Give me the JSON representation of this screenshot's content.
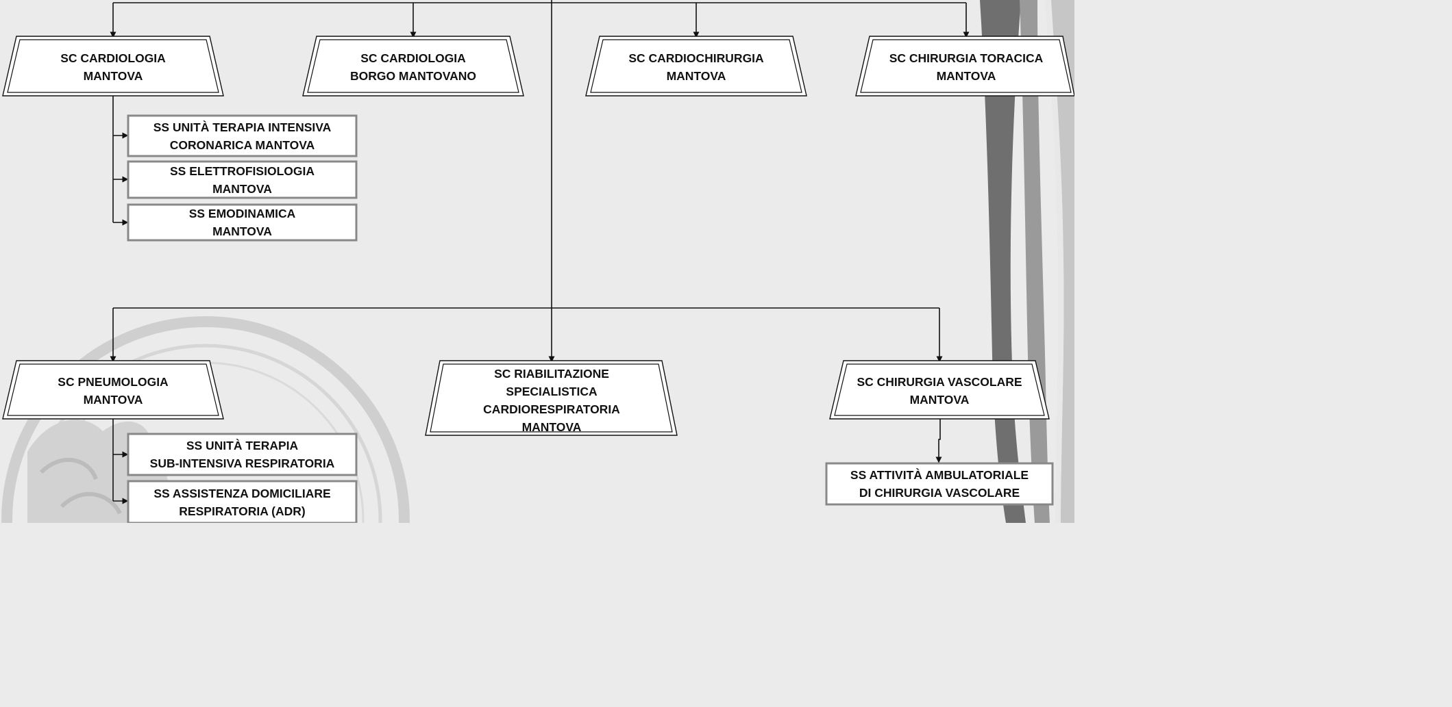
{
  "structures": {
    "complex_units": [
      {
        "id": "cardiologia-mantova",
        "lines": [
          "SC CARDIOLOGIA",
          "MANTOVA"
        ]
      },
      {
        "id": "cardiologia-borgo",
        "lines": [
          "SC CARDIOLOGIA",
          "BORGO MANTOVANO"
        ]
      },
      {
        "id": "cardiochirurgia",
        "lines": [
          "SC CARDIOCHIRURGIA",
          "MANTOVA"
        ]
      },
      {
        "id": "chirurgia-toracica",
        "lines": [
          "SC CHIRURGIA TORACICA",
          "MANTOVA"
        ]
      },
      {
        "id": "pneumologia",
        "lines": [
          "SC PNEUMOLOGIA",
          "MANTOVA"
        ]
      },
      {
        "id": "riabilitazione",
        "lines": [
          "SC RIABILITAZIONE",
          "SPECIALISTICA",
          "CARDIORESPIRATORIA",
          "MANTOVA"
        ]
      },
      {
        "id": "chirurgia-vascolare",
        "lines": [
          "SC CHIRURGIA VASCOLARE",
          "MANTOVA"
        ]
      }
    ],
    "simple_units": [
      {
        "id": "utic",
        "parent": "cardiologia-mantova",
        "lines": [
          "SS UNITÀ TERAPIA INTENSIVA",
          "CORONARICA MANTOVA"
        ]
      },
      {
        "id": "elettrofisiologia",
        "parent": "cardiologia-mantova",
        "lines": [
          "SS ELETTROFISIOLOGIA",
          "MANTOVA"
        ]
      },
      {
        "id": "emodinamica",
        "parent": "cardiologia-mantova",
        "lines": [
          "SS EMODINAMICA",
          "MANTOVA"
        ]
      },
      {
        "id": "utir",
        "parent": "pneumologia",
        "lines": [
          "SS UNITÀ TERAPIA",
          "SUB-INTENSIVA RESPIRATORIA"
        ]
      },
      {
        "id": "adr",
        "parent": "pneumologia",
        "lines": [
          "SS ASSISTENZA DOMICILIARE",
          "RESPIRATORIA (ADR)"
        ]
      },
      {
        "id": "ambulatoriale-vascolare",
        "parent": "chirurgia-vascolare",
        "lines": [
          "SS ATTIVITÀ AMBULATORIALE",
          "DI CHIRURGIA VASCOLARE"
        ]
      }
    ]
  },
  "colors": {
    "background": "#ebebeb",
    "box_fill": "#ffffff",
    "line": "#111111",
    "simple_border": "#888888",
    "decor_dark": "#707070",
    "decor_light": "#bdbdbd"
  }
}
